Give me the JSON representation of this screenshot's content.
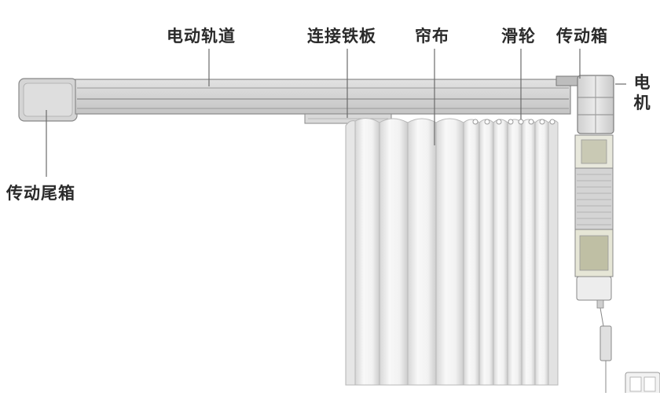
{
  "labels": {
    "track": "电动轨道",
    "plate": "连接铁板",
    "curtain": "帘布",
    "pulley": "滑轮",
    "gearbox": "传动箱",
    "motor_1": "电",
    "motor_2": "机",
    "tail_box": "传动尾箱"
  },
  "colors": {
    "track_fill": "#d2d2d2",
    "track_stroke": "#8a8a8a",
    "curtain_fill": "#f4f4f4",
    "curtain_shadow": "#cfcfcf",
    "label_text": "#2a2a2a",
    "leader_line": "#6a6a6a"
  }
}
